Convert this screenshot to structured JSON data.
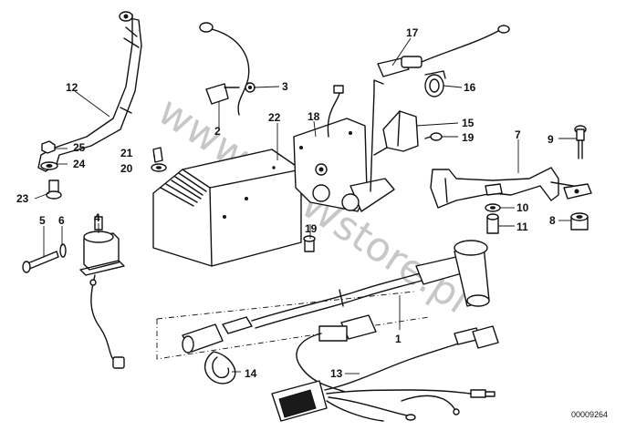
{
  "watermark": "www.BMWstore.pl",
  "document_id": "00009264",
  "callouts": {
    "p1": "1",
    "p2": "2",
    "p3": "3",
    "p4": "4",
    "p5": "5",
    "p6": "6",
    "p7": "7",
    "p8": "8",
    "p9": "9",
    "p10": "10",
    "p11": "11",
    "p12": "12",
    "p13": "13",
    "p14": "14",
    "p15": "15",
    "p16": "16",
    "p17": "17",
    "p18": "18",
    "p19a": "19",
    "p19b": "19",
    "p20": "20",
    "p21": "21",
    "p22": "22",
    "p23": "23",
    "p24": "24",
    "p25": "25"
  }
}
